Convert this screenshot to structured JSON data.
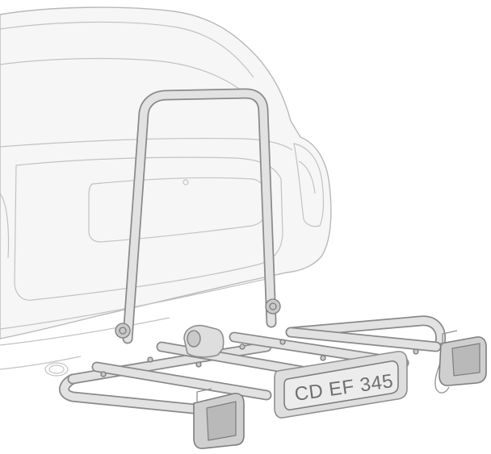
{
  "license_plate": {
    "text": "CD EF 345"
  },
  "colors": {
    "background": "#ffffff",
    "car_outline": "#b9b9b9",
    "carrier_outline": "#8a8a8a",
    "carrier_fill": "#e2e2e2"
  },
  "icons": [
    "car-rear-illustration",
    "bike-carrier-illustration",
    "tail-light-icon"
  ]
}
